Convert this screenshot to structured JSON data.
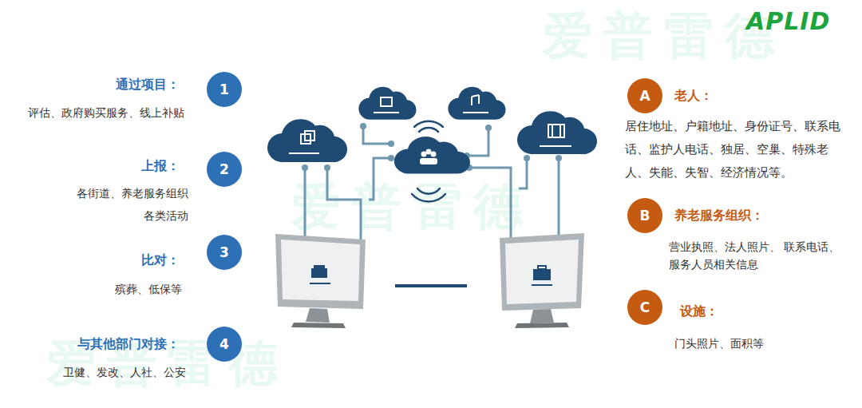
{
  "diagram": {
    "nodes": [
      {
        "text": [
          "1",
          "通过项目：",
          "评估、政府购买服务、线上补贴"
        ]
      },
      {
        "text": [
          "2",
          "上报：",
          "各街道、养老服务组织 各类活动"
        ]
      },
      {
        "text": [
          "3",
          "比对：",
          "殡葬、低保等"
        ]
      },
      {
        "text": [
          "4",
          "与其他部门对接：",
          "卫健、发改、人社、公安"
        ]
      },
      {
        "text": [
          "A",
          "老人：",
          "居住地址、户籍地址、身份证号、联系电话、监护人电话、独居、空巢、特殊老人、失能、失智、经济情况等。"
        ]
      },
      {
        "text": [
          "B",
          "养老服务组织：",
          "营业执照、法人照片、 联系电话、服务人员相关信息"
        ]
      },
      {
        "text": [
          "C",
          "设施：",
          "门头照片、面积等"
        ]
      }
    ],
    "labels": [
      "APLID",
      "爱普雷德",
      "爱普雷德",
      "爱普雷德"
    ]
  }
}
